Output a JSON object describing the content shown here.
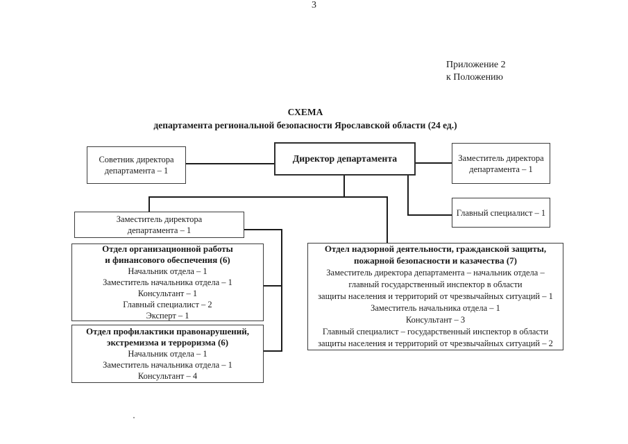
{
  "page": {
    "number": "3",
    "annex_line1": "Приложение 2",
    "annex_line2": "к Положению"
  },
  "title": {
    "line1": "СХЕМА",
    "line2": "департамента региональной безопасности Ярославской области (24 ед.)"
  },
  "chart": {
    "director": {
      "label": "Директор департамента"
    },
    "advisor": {
      "line1": "Советник директора",
      "line2": "департамента – 1"
    },
    "deputy_right": {
      "line1": "Заместитель директора",
      "line2": "департамента – 1"
    },
    "chief_specialist": {
      "label": "Главный специалист – 1"
    },
    "deputy_left": {
      "line1": "Заместитель директора",
      "line2": "департамента – 1"
    },
    "org_dept": {
      "title1": "Отдел организационной работы",
      "title2": "и финансового обеспечения (6)",
      "staff": [
        "Начальник отдела – 1",
        "Заместитель начальника отдела – 1",
        "Консультант – 1",
        "Главный специалист – 2",
        "Эксперт – 1"
      ]
    },
    "prevention_dept": {
      "title1": "Отдел профилактики правонарушений,",
      "title2": "экстремизма и терроризма (6)",
      "staff": [
        "Начальник отдела – 1",
        "Заместитель начальника отдела – 1",
        "Консультант – 4"
      ]
    },
    "supervision_dept": {
      "title1": "Отдел надзорной деятельности, гражданской защиты,",
      "title2": "пожарной безопасности и казачества (7)",
      "staff": [
        "Заместитель директора департамента – начальник отдела –",
        "главный государственный инспектор в области",
        "защиты населения и территорий от чрезвычайных ситуаций – 1",
        "Заместитель начальника отдела – 1",
        "Консультант – 3",
        "Главный специалист – государственный инспектор в области",
        "защиты населения и территорий от чрезвычайных ситуаций – 2"
      ]
    }
  },
  "colors": {
    "paper": "#ffffff",
    "ink": "#1a1a1a",
    "border": "#3a3a3a"
  }
}
